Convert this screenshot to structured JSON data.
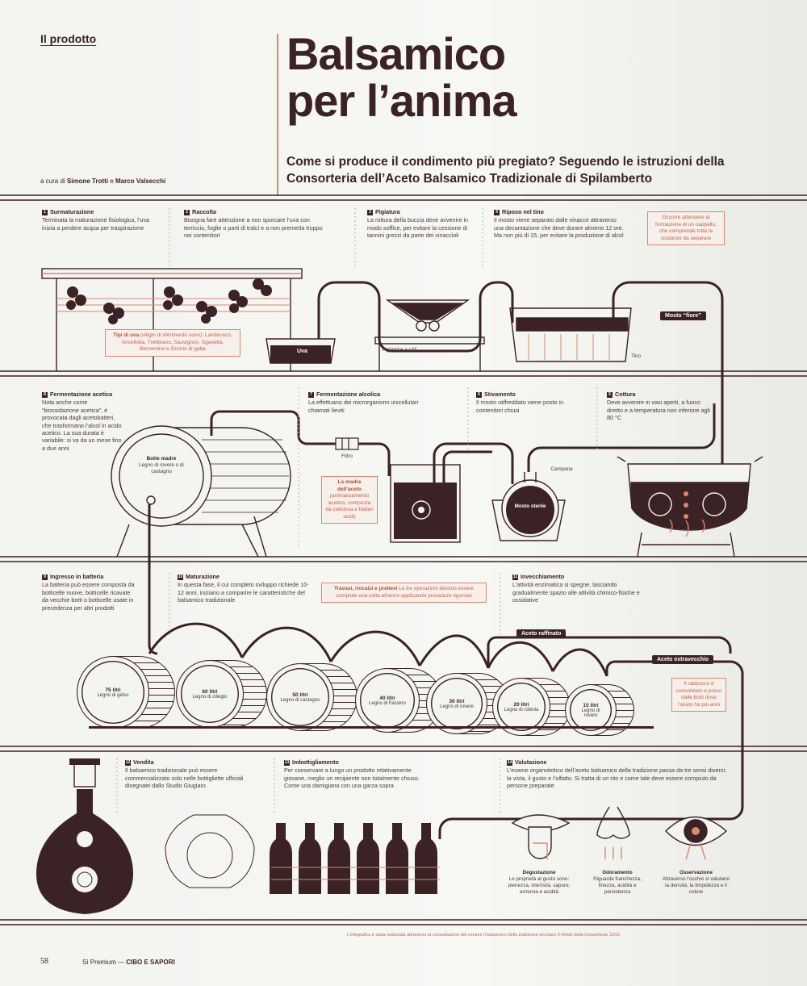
{
  "header": {
    "section": "Il prodotto",
    "title_line1": "Balsamico",
    "title_line2": "per l’anima",
    "subtitle": "Come si produce il condimento più pregiato? Seguendo le istruzioni della Consorteria dell’Aceto Balsamico Tradizionale di Spilamberto",
    "byline_prefix": "a cura di",
    "author1": "Simone Trotti",
    "byline_and": "e",
    "author2": "Marco Valsecchi"
  },
  "steps": {
    "s1": {
      "num": "1",
      "title": "Surmaturazione",
      "text": "Terminata la maturazione fisiologica, l’uva inizia a perdere acqua per traspirazione"
    },
    "s2": {
      "num": "2",
      "title": "Raccolta",
      "text": "Bisogna fare attenzione a non sporcare l’uva con terriccio, foglie o parti di tralci e a non premerla troppo nei contenitori"
    },
    "s3": {
      "num": "3",
      "title": "Pigiatura",
      "text": "La rottura della buccia deve avvenire in modo soffice, per evitare la cessione di tannini grezzi da parte dei vinaccioli"
    },
    "s4": {
      "num": "4",
      "title": "Riposo nel tino",
      "text": "Il mosto viene separato dalle vinacce attraverso una decantazione che deve durare almeno 12 ore. Ma non più di 15, per evitare la produzione di alcol"
    },
    "s5": {
      "num": "5",
      "title": "Cottura",
      "text": "Deve avvenire in vasi aperti, a fuoco diretto e a temperatura non inferiore agli 80 °C"
    },
    "s6": {
      "num": "6",
      "title": "Stivamento",
      "text": "Il mosto raffreddato viene posto in contenitori chiusi"
    },
    "s7": {
      "num": "7",
      "title": "Fermentazione alcolica",
      "text": "La effettuano dei microrganismi unicellulari chiamati lieviti"
    },
    "s8": {
      "num": "8",
      "title": "Fermentazione acetica",
      "text": "Nota anche come “biossidazione acetica”, è provocata dagli acetobatteri, che trasformano l’alcol in acido acetico. La sua durata è variabile: si va da un mese fino a due anni"
    },
    "s9": {
      "num": "9",
      "title": "Ingresso in batteria",
      "text": "La batteria può essere composta da botticelle nuove, botticelle ricavate da vecchie botti o botticelle usate in precedenza per altri prodotti"
    },
    "s10": {
      "num": "10",
      "title": "Maturazione",
      "text": "In questa fase, il cui completo sviluppo richiede 10-12 anni, iniziano a comparire le caratteristiche del balsamico tradizionale"
    },
    "s11": {
      "num": "11",
      "title": "Invecchiamento",
      "text": "L’attività enzimatica si spegne, lasciando gradualmente spazio alle attività chimico-fisiche e ossidative"
    },
    "s12": {
      "num": "12",
      "title": "Vendita",
      "text": "Il balsamico tradizionale può essere commercializzato solo nelle bottigliette ufficiali disegnate dallo Studio Giugiaro"
    },
    "s13": {
      "num": "13",
      "title": "Imbottigliamento",
      "text": "Per conservare a lungo un prodotto relativamente giovane, meglio un recipiente non totalmente chiuso. Come una damigiana con una garza sopra"
    },
    "s14": {
      "num": "14",
      "title": "Valutazione",
      "text": "L’esame organolettico dell’aceto balsamico della tradizione passa da tre sensi diversi: la vista, il gusto e l’olfatto. Si tratta di un rito e come tale deve essere compiuto da persone preparate"
    }
  },
  "notes": {
    "grapes_title": "Tipi di uva",
    "grapes_text": "(vitigni di riferimento sono): Lambrusco, Ancellotta, Trebbiano, Sauvignon, Sgavetta, Berzemino e Occhio di gatta",
    "rest": "Occorre attendere la formazione di un cappello, che comprende tutte le sostanze da separare",
    "rest_bold": "cappello",
    "mother_title": "La madre dell’aceto",
    "mother_text": "(ammassamento acetico, composta da cellulosa e batteri acidi)",
    "transfers_title": "Travasi, rincalzi e prelievi",
    "transfers_text": "Le tre operazioni devono essere compiute una volta all’anno applicando procedure rigorose",
    "tasting_text": "Il rabbocco è consolidato e preso dalle botti dove l’aceto ha più anni"
  },
  "labels": {
    "uva": "Uva",
    "pigiatrice": "Pigiatrice a rulli",
    "tino": "Tino",
    "mosto_fiore": "Mosto “fiore”",
    "filtro": "Filtro",
    "campana": "Campana",
    "mosto_sterile": "Mosto sterile",
    "botte_madre": "Botte madre",
    "botte_madre_sub": "Legno di rovere o di castagno",
    "aceto_raffinato": "Aceto raffinato",
    "aceto_extravecchio": "Aceto extravecchio"
  },
  "barrels": [
    {
      "size": "75 litri",
      "wood": "Legno di gelso"
    },
    {
      "size": "60 litri",
      "wood": "Legno di ciliegio"
    },
    {
      "size": "50 litri",
      "wood": "Legno di castagno"
    },
    {
      "size": "40 litri",
      "wood": "Legno di frassino"
    },
    {
      "size": "30 litri",
      "wood": "Legno di rovere"
    },
    {
      "size": "20 litri",
      "wood": "Legno di robinia"
    },
    {
      "size": "15 litri",
      "wood": "Legno di rovere"
    }
  ],
  "senses": [
    {
      "title": "Degustazione",
      "text": "Le proprietà al gusto sono: pienezza, intensità, sapore, armonia e acidità"
    },
    {
      "title": "Odoramento",
      "text": "Riguarda franchezza, finezza, acidità e persistenza"
    },
    {
      "title": "Osservazione",
      "text": "Attraverso l’occhio si valutano la densità, la limpidezza e il colore"
    }
  ],
  "footer": {
    "page": "58",
    "magazine": "Sì Premium —",
    "section": "CIBO E SAPORI",
    "credit": "L’infografica è stata realizzata attraverso la consultazione del volume Il balsamico della tradizione secolare © Artioli della Consorteria, 2015"
  },
  "colors": {
    "brown": "#3b2224",
    "salmon": "#d98872",
    "paper": "#f4f4f1"
  }
}
